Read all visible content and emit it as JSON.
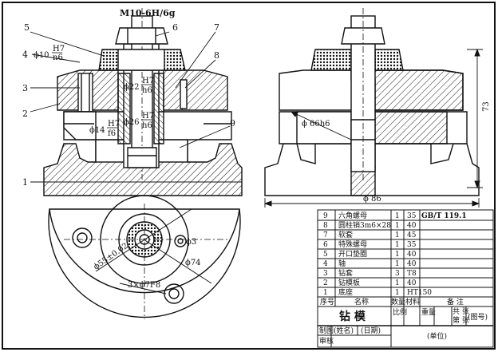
{
  "thread_label": "M10-6H/6g",
  "part_numbers": [
    "1",
    "2",
    "3",
    "4",
    "5",
    "6",
    "7",
    "8",
    "9"
  ],
  "fits": {
    "fit_10": {
      "dia": "ϕ10",
      "num": "H7",
      "den": "n6"
    },
    "fit_22": {
      "dia": "ϕ22",
      "num": "H7",
      "den": "h6"
    },
    "fit_26": {
      "dia": "ϕ26",
      "num": "H7",
      "den": "h6"
    },
    "fit_14": {
      "dia": "ϕ14",
      "num": "H7",
      "den": "f6"
    }
  },
  "dims": {
    "d66": "ϕ 66h6",
    "d86": "ϕ 86",
    "h73": "73",
    "d3": "ϕ3",
    "d74": "ϕ74",
    "d55": "ϕ55±0.02",
    "holes": "3×ϕ7F8"
  },
  "bom": {
    "rows": [
      {
        "no": "9",
        "name": "六角螺母",
        "qty": "1",
        "mat": "35",
        "note": "GB/T 119.1"
      },
      {
        "no": "8",
        "name": "圆柱销3m6×28",
        "qty": "1",
        "mat": "40",
        "note": ""
      },
      {
        "no": "7",
        "name": "软套",
        "qty": "1",
        "mat": "45",
        "note": ""
      },
      {
        "no": "6",
        "name": "特殊螺母",
        "qty": "1",
        "mat": "35",
        "note": ""
      },
      {
        "no": "5",
        "name": "开口垫圈",
        "qty": "1",
        "mat": "40",
        "note": ""
      },
      {
        "no": "4",
        "name": "轴",
        "qty": "1",
        "mat": "40",
        "note": ""
      },
      {
        "no": "3",
        "name": "钻套",
        "qty": "3",
        "mat": "T8",
        "note": ""
      },
      {
        "no": "2",
        "name": "钻模板",
        "qty": "1",
        "mat": "40",
        "note": ""
      },
      {
        "no": "1",
        "name": "底座",
        "qty": "1",
        "mat": "HT150",
        "note": ""
      }
    ],
    "headers": {
      "no": "序号",
      "name": "名称",
      "qty": "数量",
      "mat": "材料",
      "note": "备 注"
    },
    "title": "钻 模",
    "scale": "比例",
    "weight": "重量",
    "total": "共 张",
    "sheet": "第 张",
    "drawing_no": "(图号)",
    "drafter": "制图",
    "name_ph": "(姓名)",
    "date_ph": "(日期)",
    "checker": "审核",
    "unit": "(单位)"
  }
}
